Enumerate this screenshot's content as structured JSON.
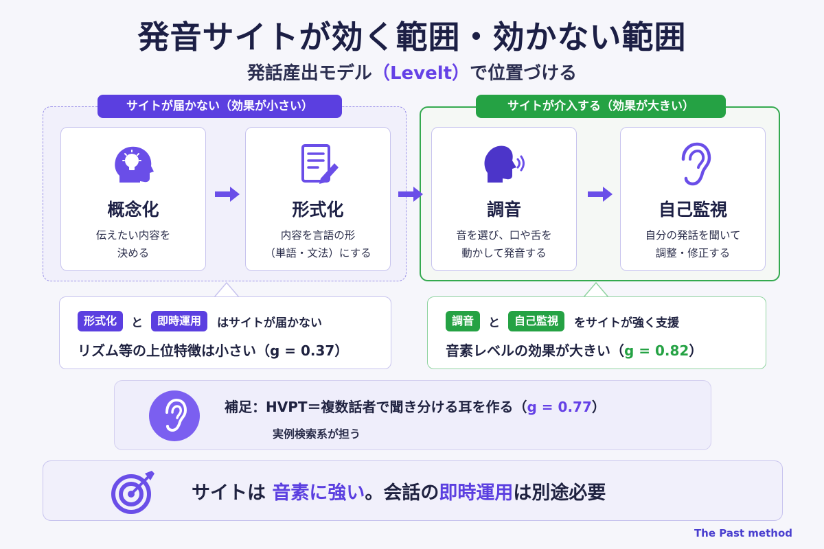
{
  "title": "発音サイトが効く範囲・効かない範囲",
  "subtitle": {
    "prefix": "発話産出モデル",
    "highlight": "（Levelt）",
    "suffix": "で位置づける"
  },
  "groups": {
    "left_label": "サイトが届かない（効果が小さい）",
    "right_label": "サイトが介入する（効果が大きい）"
  },
  "cards": [
    {
      "title": "概念化",
      "desc1": "伝えたい内容を",
      "desc2": "決める",
      "icon": "head-lightbulb-icon"
    },
    {
      "title": "形式化",
      "desc1": "内容を言語の形",
      "desc2": "（単語・文法）にする",
      "icon": "document-pencil-icon"
    },
    {
      "title": "調音",
      "desc1": "音を選び、口や舌を",
      "desc2": "動かして発音する",
      "icon": "speaking-head-icon"
    },
    {
      "title": "自己監視",
      "desc1": "自分の発話を聞いて",
      "desc2": "調整・修正する",
      "icon": "ear-icon"
    }
  ],
  "notes": {
    "left": {
      "tag1": "形式化",
      "join": "と",
      "tag2": "即時運用",
      "rest": "はサイトが届かない",
      "line2_prefix": "リズム等の上位特徴は小さい（",
      "g": "g = 0.37",
      "line2_suffix": "）"
    },
    "right": {
      "tag1": "調音",
      "join": "と",
      "tag2": "自己監視",
      "rest": "をサイトが強く支援",
      "line2_prefix": "音素レベルの効果が大きい（",
      "g": "g = 0.82",
      "line2_suffix": "）"
    }
  },
  "supplement": {
    "line1_prefix": "補足：HVPT＝複数話者で聞き分ける耳を作る（",
    "g": "g = 0.77",
    "line1_suffix": "）",
    "line2": "実例検索系が担う"
  },
  "conclusion": {
    "p1": "サイトは ",
    "h1": "音素に強い",
    "p2": "。会話の",
    "h2": "即時運用",
    "p3": "は別途必要"
  },
  "brand": "The Past method",
  "colors": {
    "purple": "#5b3fe0",
    "green": "#25a244",
    "navy": "#1c1f45"
  }
}
